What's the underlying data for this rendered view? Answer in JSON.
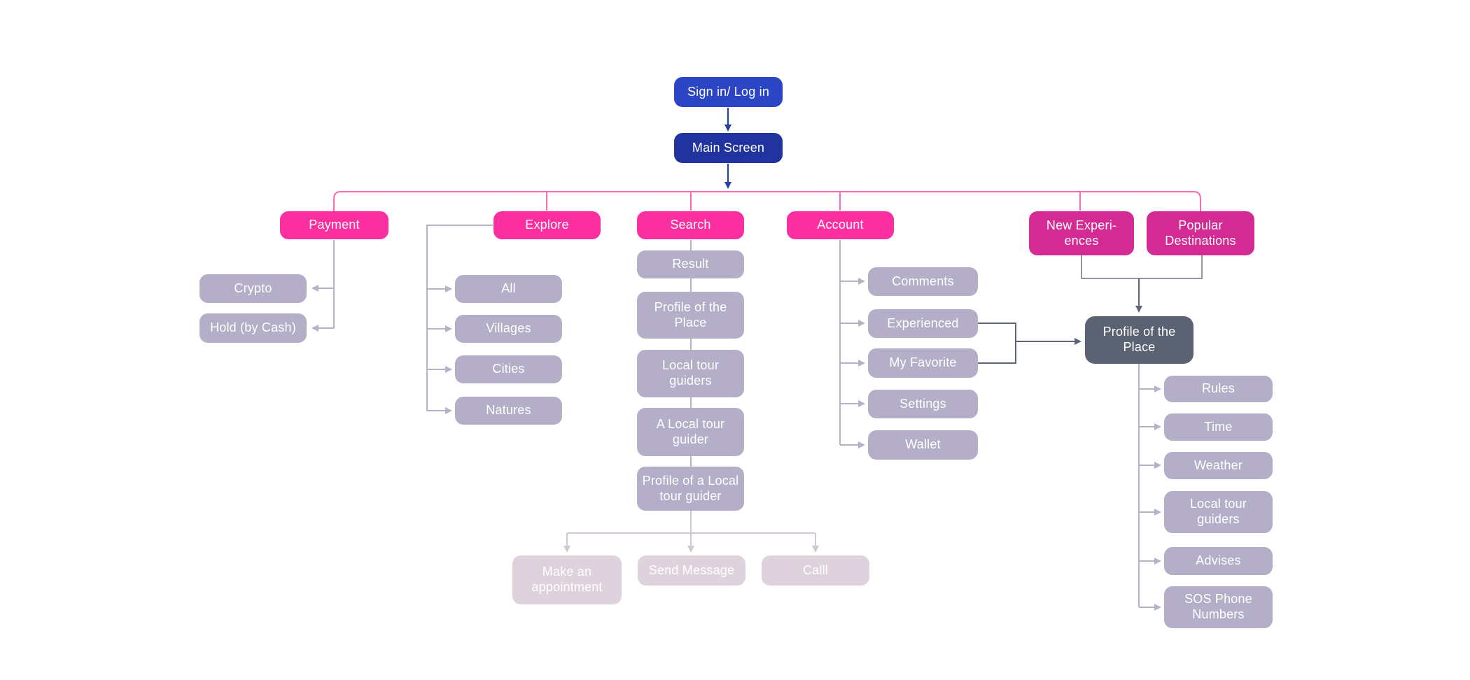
{
  "diagram": {
    "title": "App sitemap flowchart",
    "nodes": [
      {
        "id": "sign-in",
        "label": "Sign in/ Log in",
        "type": "blue"
      },
      {
        "id": "main-screen",
        "label": "Main Screen",
        "type": "blue-dark"
      },
      {
        "id": "payment",
        "label": "Payment",
        "type": "pink"
      },
      {
        "id": "explore",
        "label": "Explore",
        "type": "pink"
      },
      {
        "id": "search",
        "label": "Search",
        "type": "pink"
      },
      {
        "id": "account",
        "label": "Account",
        "type": "pink"
      },
      {
        "id": "new-experiences",
        "label": "New Experi-\nences",
        "type": "magenta"
      },
      {
        "id": "popular-destinations",
        "label": "Popular\nDestinations",
        "type": "magenta"
      },
      {
        "id": "crypto",
        "label": "Crypto",
        "type": "gray"
      },
      {
        "id": "hold-by-cash",
        "label": "Hold (by Cash)",
        "type": "gray"
      },
      {
        "id": "all",
        "label": "All",
        "type": "gray"
      },
      {
        "id": "villages",
        "label": "Villages",
        "type": "gray"
      },
      {
        "id": "cities",
        "label": "Cities",
        "type": "gray"
      },
      {
        "id": "natures",
        "label": "Natures",
        "type": "gray"
      },
      {
        "id": "result",
        "label": "Result",
        "type": "gray"
      },
      {
        "id": "profile-of-the-place",
        "label": "Profile of the\nPlace",
        "type": "gray"
      },
      {
        "id": "local-tour-guiders",
        "label": "Local tour\nguiders",
        "type": "gray"
      },
      {
        "id": "a-local-tour-guider",
        "label": "A Local tour\nguider",
        "type": "gray"
      },
      {
        "id": "profile-of-a-local-tour-guider",
        "label": "Profile of a Local\ntour guider",
        "type": "gray"
      },
      {
        "id": "comments",
        "label": "Comments",
        "type": "gray"
      },
      {
        "id": "experienced",
        "label": "Experienced",
        "type": "gray"
      },
      {
        "id": "my-favorite",
        "label": "My Favorite",
        "type": "gray"
      },
      {
        "id": "settings",
        "label": "Settings",
        "type": "gray"
      },
      {
        "id": "wallet",
        "label": "Wallet",
        "type": "gray"
      },
      {
        "id": "profile-of-the-place-details",
        "label": "Profile of the\nPlace",
        "type": "dark"
      },
      {
        "id": "rules",
        "label": "Rules",
        "type": "gray"
      },
      {
        "id": "time",
        "label": "Time",
        "type": "gray"
      },
      {
        "id": "weather",
        "label": "Weather",
        "type": "gray"
      },
      {
        "id": "local-tour-guiders-info",
        "label": "Local tour\nguiders",
        "type": "gray"
      },
      {
        "id": "advises",
        "label": "Advises",
        "type": "gray"
      },
      {
        "id": "sos-phone-numbers",
        "label": "SOS Phone\nNumbers",
        "type": "gray"
      },
      {
        "id": "make-an-appointment",
        "label": "Make an\nappointment",
        "type": "faded"
      },
      {
        "id": "send-message",
        "label": "Send Message",
        "type": "faded"
      },
      {
        "id": "calll",
        "label": "Calll",
        "type": "faded"
      }
    ],
    "edges": [
      {
        "from": "sign-in",
        "to": "main-screen"
      },
      {
        "from": "main-screen",
        "to": "payment"
      },
      {
        "from": "main-screen",
        "to": "explore"
      },
      {
        "from": "main-screen",
        "to": "search"
      },
      {
        "from": "main-screen",
        "to": "account"
      },
      {
        "from": "main-screen",
        "to": "new-experiences"
      },
      {
        "from": "main-screen",
        "to": "popular-destinations"
      },
      {
        "from": "payment",
        "to": "crypto"
      },
      {
        "from": "payment",
        "to": "hold-by-cash"
      },
      {
        "from": "explore",
        "to": "all"
      },
      {
        "from": "explore",
        "to": "villages"
      },
      {
        "from": "explore",
        "to": "cities"
      },
      {
        "from": "explore",
        "to": "natures"
      },
      {
        "from": "search",
        "to": "result"
      },
      {
        "from": "result",
        "to": "profile-of-the-place"
      },
      {
        "from": "profile-of-the-place",
        "to": "local-tour-guiders"
      },
      {
        "from": "local-tour-guiders",
        "to": "a-local-tour-guider"
      },
      {
        "from": "a-local-tour-guider",
        "to": "profile-of-a-local-tour-guider"
      },
      {
        "from": "profile-of-a-local-tour-guider",
        "to": "make-an-appointment"
      },
      {
        "from": "profile-of-a-local-tour-guider",
        "to": "send-message"
      },
      {
        "from": "profile-of-a-local-tour-guider",
        "to": "calll"
      },
      {
        "from": "account",
        "to": "comments"
      },
      {
        "from": "account",
        "to": "experienced"
      },
      {
        "from": "account",
        "to": "my-favorite"
      },
      {
        "from": "account",
        "to": "settings"
      },
      {
        "from": "account",
        "to": "wallet"
      },
      {
        "from": "experienced",
        "to": "profile-of-the-place-details"
      },
      {
        "from": "my-favorite",
        "to": "profile-of-the-place-details"
      },
      {
        "from": "new-experiences",
        "to": "profile-of-the-place-details"
      },
      {
        "from": "popular-destinations",
        "to": "profile-of-the-place-details"
      },
      {
        "from": "profile-of-the-place-details",
        "to": "rules"
      },
      {
        "from": "profile-of-the-place-details",
        "to": "time"
      },
      {
        "from": "profile-of-the-place-details",
        "to": "weather"
      },
      {
        "from": "profile-of-the-place-details",
        "to": "local-tour-guiders-info"
      },
      {
        "from": "profile-of-the-place-details",
        "to": "advises"
      },
      {
        "from": "profile-of-the-place-details",
        "to": "sos-phone-numbers"
      }
    ]
  },
  "colors": {
    "background": "#FFFFFF",
    "node_blue": "#2B45C4",
    "node_blue_dark": "#21339F",
    "node_pink": "#FC2FA1",
    "node_magenta": "#D42A93",
    "node_gray": "#B4AEC8",
    "node_dark_slate": "#5B6271",
    "node_faded": "#DED2DD",
    "text": "#FFFFFF",
    "edge_pink": "#F96BB6",
    "edge_blue": "#2B3CA8",
    "edge_lavender": "#B6B1C9",
    "edge_faded": "#D5C6D5",
    "edge_gray": "#9296A3",
    "edge_dark": "#5F6572"
  }
}
